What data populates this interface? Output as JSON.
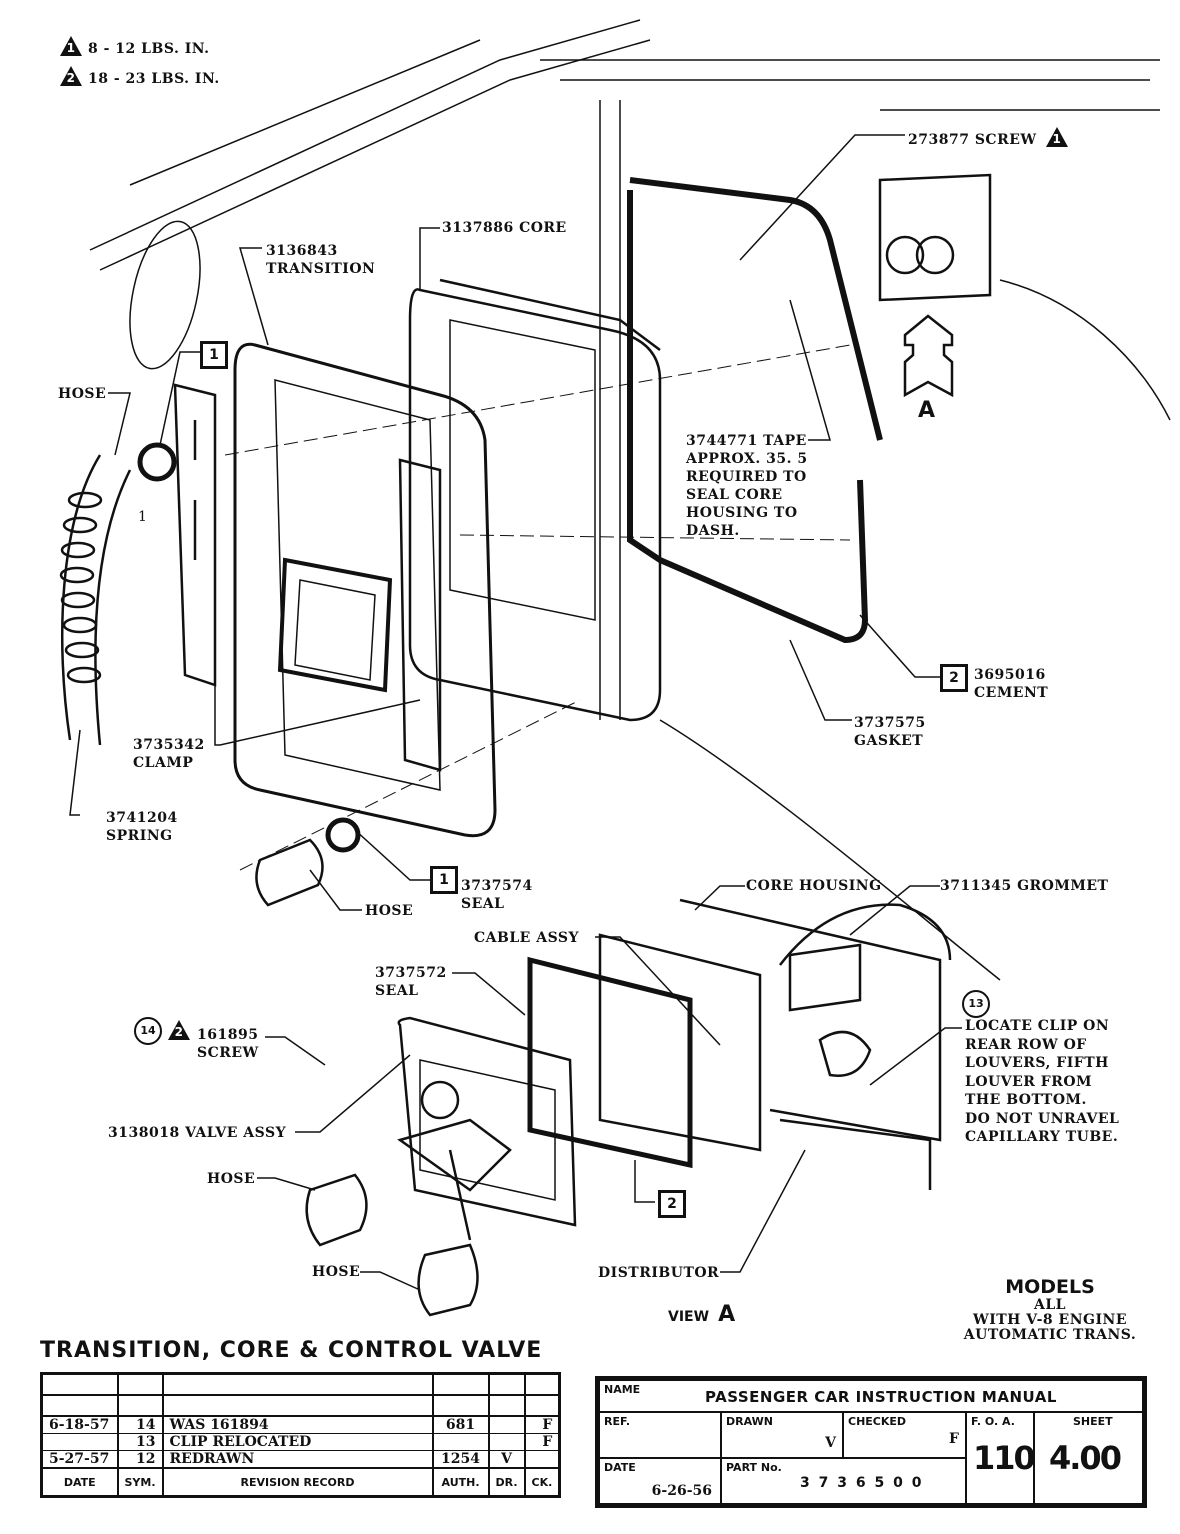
{
  "torque_legend": [
    {
      "symbol": "1",
      "value": "8 - 12  LBS.  IN."
    },
    {
      "symbol": "2",
      "value": "18 - 23  LBS.  IN."
    }
  ],
  "callouts": {
    "screw_273877": "273877 SCREW",
    "core_3137886": "3137886  CORE",
    "transition_3136843": "3136843\nTRANSITION",
    "hose_top": "HOSE",
    "tape_3744771": "3744771 TAPE\nAPPROX.  35. 5\nREQUIRED TO\nSEAL CORE\nHOUSING TO\nDASH.",
    "view_arrow_label": "A",
    "cement_3695016": "3695016\nCEMENT",
    "gasket_3737575": "3737575\nGASKET",
    "clamp_3735342": "3735342\nCLAMP",
    "spring_3741204": "3741204\nSPRING",
    "hose_mid": "HOSE",
    "seal_3737574": "3737574\nSEAL",
    "core_housing": "CORE HOUSING",
    "grommet_3711345": "3711345 GROMMET",
    "cable_assy": "CABLE ASSY",
    "seal_3737572": "3737572\nSEAL",
    "screw_161895": "161895\nSCREW",
    "valve_assy_3138018": "3138018  VALVE ASSY",
    "hose_lower1": "HOSE",
    "hose_lower2": "HOSE",
    "distributor": "DISTRIBUTOR",
    "clip_note": "LOCATE CLIP ON\nREAR ROW OF\nLOUVERS, FIFTH\nLOUVER FROM\nTHE BOTTOM.\nDO NOT UNRAVEL\nCAPILLARY TUBE.",
    "dimension_mark": "1"
  },
  "markers": {
    "box_1": "1",
    "box_2": "2",
    "circle_13": "13",
    "circle_14": "14",
    "triangle_1": "1",
    "triangle_2": "2"
  },
  "view_label": {
    "prefix": "VIEW",
    "letter": "A"
  },
  "models": {
    "heading": "MODELS",
    "lines": [
      "ALL",
      "WITH V-8 ENGINE",
      "AUTOMATIC TRANS."
    ]
  },
  "title": "TRANSITION, CORE & CONTROL VALVE",
  "revision_record": {
    "headers": [
      "DATE",
      "SYM.",
      "REVISION RECORD",
      "AUTH.",
      "DR.",
      "CK."
    ],
    "rows": [
      {
        "date": "6-18-57",
        "sym": "14",
        "record": "WAS 161894",
        "auth": "681",
        "dr": "",
        "ck": "F"
      },
      {
        "date": "",
        "sym": "13",
        "record": "CLIP RELOCATED",
        "auth": "",
        "dr": "",
        "ck": "F"
      },
      {
        "date": "5-27-57",
        "sym": "12",
        "record": "REDRAWN",
        "auth": "1254",
        "dr": "V",
        "ck": ""
      }
    ]
  },
  "title_block": {
    "name_caption": "NAME",
    "name": "PASSENGER CAR INSTRUCTION MANUAL",
    "ref_caption": "REF.",
    "drawn_caption": "DRAWN",
    "drawn": "V",
    "checked_caption": "CHECKED",
    "checked": "F",
    "foa_caption": "F. O. A.",
    "foa": "110",
    "sheet_caption": "SHEET",
    "sheet": "4.00",
    "date_caption": "DATE",
    "date": "6-26-56",
    "part_caption": "PART No.",
    "part_no": "3 7 3 6 5 0 0"
  }
}
